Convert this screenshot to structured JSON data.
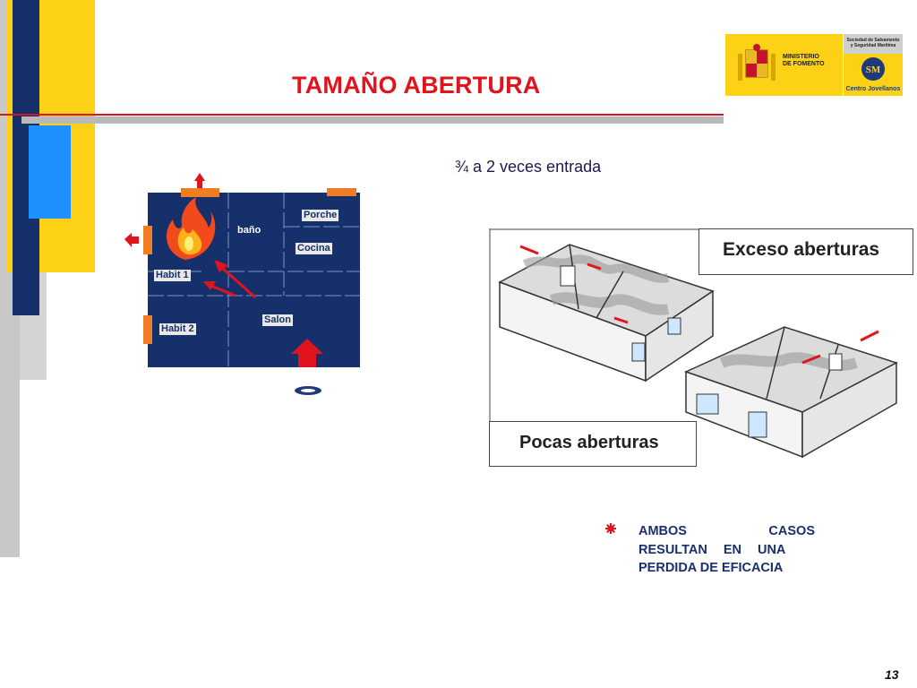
{
  "slide": {
    "title": "TAMAÑO ABERTURA",
    "subtitle": "¾  a 2 veces entrada",
    "page_number": "13"
  },
  "logos": {
    "ministry_line1": "MINISTERIO",
    "ministry_line2": "DE FOMENTO",
    "salvamento_line1": "Sociedad de Salvamento",
    "salvamento_line2": "y Seguridad Marítima",
    "jovellanos": "Centro Jovellanos"
  },
  "floor_plan": {
    "rooms": [
      "Porche",
      "baño",
      "Cocina",
      "Habit 1",
      "Habit 2",
      "Salon"
    ]
  },
  "illustration": {
    "label_top": "Exceso aberturas",
    "label_bottom": "Pocas aberturas"
  },
  "bullet": {
    "line1_left": "AMBOS",
    "line1_right": "CASOS",
    "line2": "RESULTAN EN UNA",
    "line3": "PERDIDA DE EFICACIA"
  },
  "colors": {
    "title_red": "#e1141e",
    "plan_blue": "#15306b",
    "accent_yellow": "#fcd116",
    "accent_blue": "#1d3a7a"
  }
}
